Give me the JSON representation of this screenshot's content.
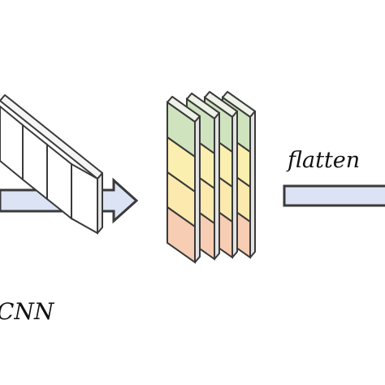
{
  "labels": {
    "cnn": "CNN",
    "flatten": "flatten"
  },
  "colors": {
    "outline": "#3a3a3a",
    "arrow_fill": "#dbe3f4",
    "band_top": "#cfe3bf",
    "band_2": "#fbefb0",
    "band_3": "#fbe9ad",
    "band_bottom": "#f7cdb3",
    "side_face": "#e3e3e3",
    "white": "#ffffff"
  },
  "feature_maps": {
    "count": 4,
    "bands_per_map": 4
  }
}
